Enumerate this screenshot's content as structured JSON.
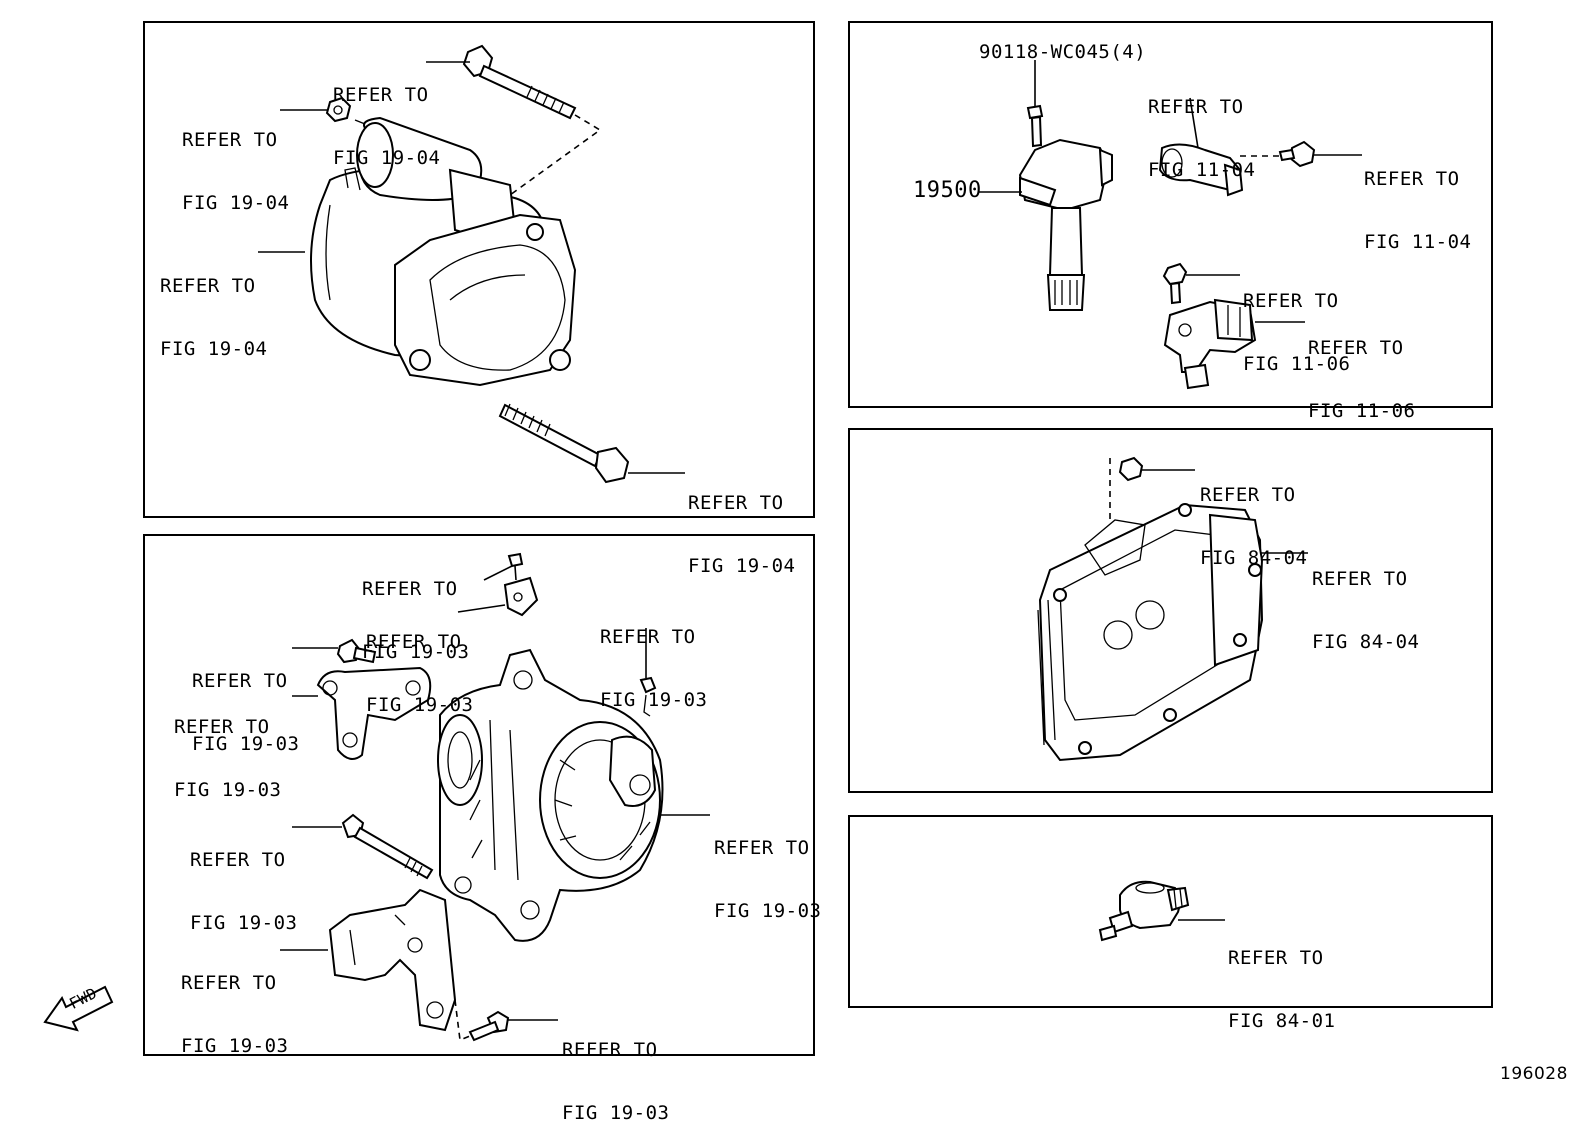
{
  "diagram_id": "196028",
  "fwd_label": "FWD",
  "panels": {
    "starter": {
      "callouts": [
        {
          "line1": "REFER TO",
          "line2": "FIG 19-04"
        },
        {
          "line1": "REFER TO",
          "line2": "FIG 19-04"
        },
        {
          "line1": "REFER TO",
          "line2": "FIG 19-04"
        },
        {
          "line1": "REFER TO",
          "line2": "FIG 19-04"
        }
      ]
    },
    "alternator": {
      "callouts": [
        {
          "line1": "REFER TO",
          "line2": "FIG 19-03"
        },
        {
          "line1": "REFER TO",
          "line2": "FIG 19-03"
        },
        {
          "line1": "REFER TO",
          "line2": "FIG 19-03"
        },
        {
          "line1": "REFER TO",
          "line2": "FIG 19-03"
        },
        {
          "line1": "REFER TO",
          "line2": "FIG 19-03"
        },
        {
          "line1": "REFER TO",
          "line2": "FIG 19-03"
        },
        {
          "line1": "REFER TO",
          "line2": "FIG 19-03"
        },
        {
          "line1": "REFER TO",
          "line2": "FIG 19-03"
        },
        {
          "line1": "REFER TO",
          "line2": "FIG 19-03"
        }
      ]
    },
    "ignition": {
      "bolt_part_no": "90118-WC045(4)",
      "coil_part_no": "19500",
      "callouts": [
        {
          "line1": "REFER TO",
          "line2": "FIG 11-04"
        },
        {
          "line1": "REFER TO",
          "line2": "FIG 11-04"
        },
        {
          "line1": "REFER TO",
          "line2": "FIG 11-06"
        },
        {
          "line1": "REFER TO",
          "line2": "FIG 11-06"
        }
      ]
    },
    "ecu": {
      "callouts": [
        {
          "line1": "REFER TO",
          "line2": "FIG 84-04"
        },
        {
          "line1": "REFER TO",
          "line2": "FIG 84-04"
        }
      ]
    },
    "oil_switch": {
      "callouts": [
        {
          "line1": "REFER TO",
          "line2": "FIG 84-01"
        }
      ]
    }
  }
}
